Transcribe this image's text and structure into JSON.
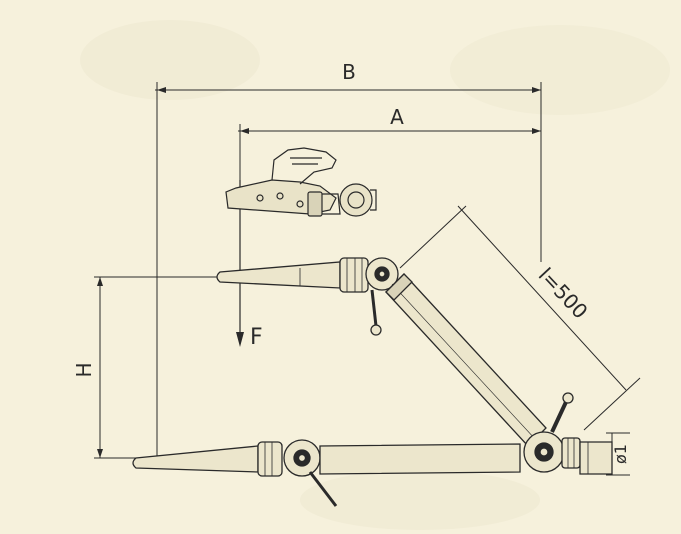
{
  "drawing": {
    "labels": {
      "dim_b": "B",
      "dim_a": "A",
      "dim_h": "H",
      "force": "F",
      "length": "l=500",
      "diameter": "ø1"
    },
    "colors": {
      "paper": "#f6f1dc",
      "ink": "#2a2a2a",
      "shade": "#c9c3a8"
    }
  }
}
